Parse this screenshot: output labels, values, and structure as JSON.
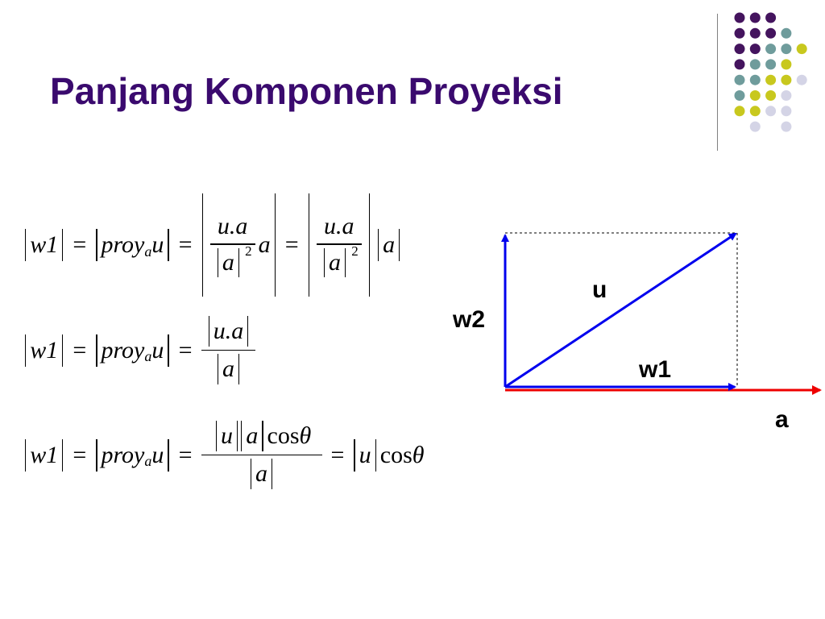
{
  "slide": {
    "title": "Panjang Komponen Proyeksi",
    "title_color": "#3a0a6e",
    "accent_line_color": "#808080"
  },
  "dots": {
    "rows": [
      [
        "purple",
        "purple",
        "purple",
        "",
        "",
        ""
      ],
      [
        "purple",
        "purple",
        "purple",
        "teal",
        "",
        ""
      ],
      [
        "purple",
        "purple",
        "teal",
        "teal",
        "yellow",
        ""
      ],
      [
        "purple",
        "teal",
        "teal",
        "yellow",
        "",
        ""
      ],
      [
        "teal",
        "teal",
        "yellow",
        "yellow",
        "lavender",
        ""
      ],
      [
        "teal",
        "yellow",
        "yellow",
        "lavender",
        "",
        ""
      ],
      [
        "yellow",
        "yellow",
        "lavender",
        "lavender",
        "",
        ""
      ],
      [
        "",
        "lavender",
        "",
        "lavender",
        "",
        ""
      ]
    ],
    "colors": {
      "purple": "#44145e",
      "teal": "#6f9c9c",
      "yellow": "#c8c81e",
      "lavender": "#d4d4e6"
    }
  },
  "equations": {
    "w1": "w1",
    "eq": "=",
    "proy": "proy",
    "a": "a",
    "u": "u",
    "ua": "u.a",
    "sq": "2",
    "cos": "cos",
    "theta": "θ"
  },
  "diagram": {
    "labels": {
      "u": "u",
      "w1": "w1",
      "w2": "w2",
      "a": "a"
    },
    "colors": {
      "projection": "#0000ee",
      "axis": "#ee0000",
      "dashed": "#000000"
    }
  }
}
